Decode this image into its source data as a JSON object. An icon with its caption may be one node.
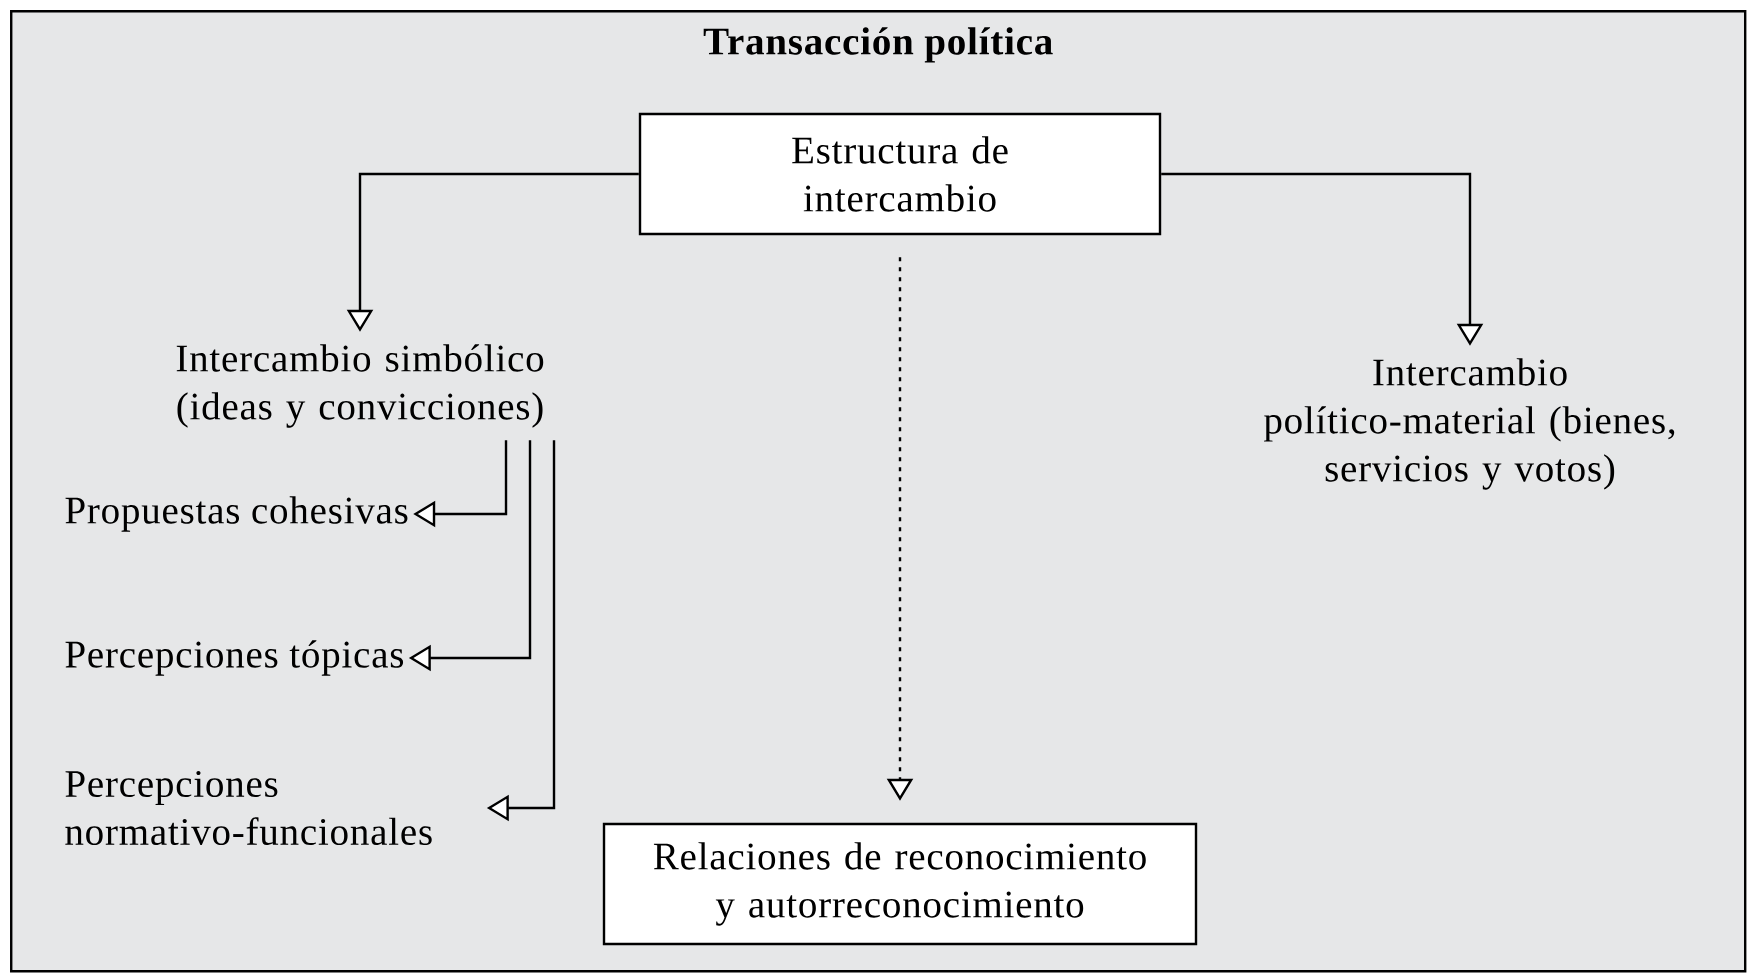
{
  "diagram": {
    "nodes": [
      {
        "text": [
          "Transacción política"
        ]
      },
      {
        "text": [
          "Estructura de intercambio"
        ],
        "in": 0
      },
      {
        "text": [
          "Intercambio simbólico (ideas y convicciones)"
        ],
        "in": 0
      },
      {
        "text": [
          "Intercambio político-material (bienes, servicios y votos)"
        ],
        "in": 0
      },
      {
        "text": [
          "Propuestas cohesivas"
        ],
        "in": 0
      },
      {
        "text": [
          "Percepciones tópicas"
        ],
        "in": 0
      },
      {
        "text": [
          "Percepciones normativo-funcionales"
        ],
        "in": 0
      },
      {
        "text": [
          "Relaciones de reconocimiento y autorreconocimiento"
        ],
        "in": 0
      }
    ],
    "edges": [
      {
        "from": 1,
        "to": 2,
        "arrow": "to"
      },
      {
        "from": 1,
        "to": 7,
        "arrow": "to",
        "style": "dashed"
      },
      {
        "from": 1,
        "to": 3,
        "arrow": "to"
      },
      {
        "from": 2,
        "to": 4,
        "arrow": "to"
      },
      {
        "from": 2,
        "to": 5,
        "arrow": "to"
      },
      {
        "from": 2,
        "to": 6,
        "arrow": "to"
      }
    ]
  }
}
